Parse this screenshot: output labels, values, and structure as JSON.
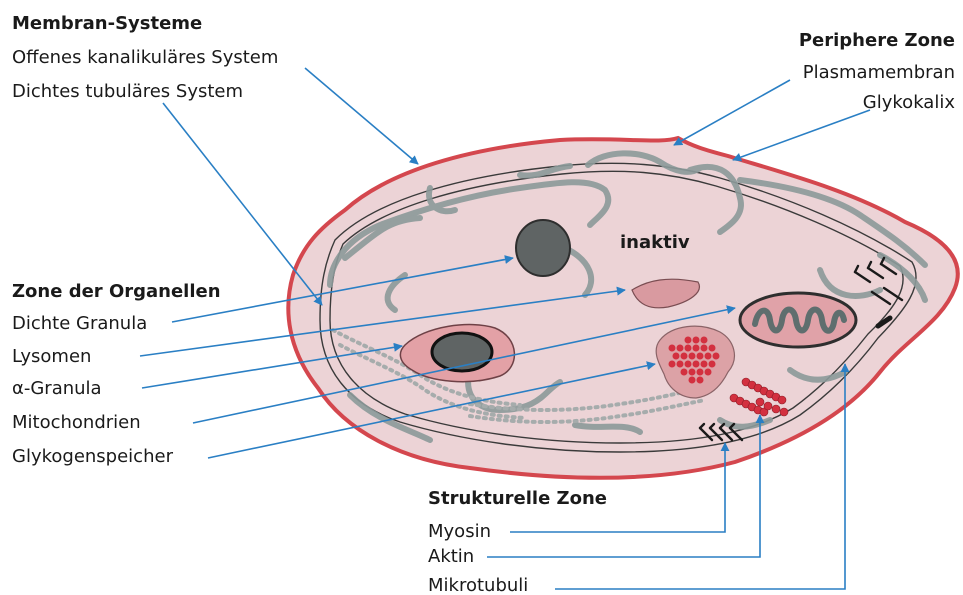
{
  "membrane": {
    "heading": "Membran-Systeme",
    "items": [
      "Offenes kanalikuläres System",
      "Dichtes tubuläres System"
    ]
  },
  "peripheral": {
    "heading": "Periphere Zone",
    "items": [
      "Plasmamembran",
      "Glykokalix"
    ]
  },
  "organelles": {
    "heading": "Zone der Organellen",
    "items": [
      "Dichte Granula",
      "Lysomen",
      "α-Granula",
      "Mitochondrien",
      "Glykogenspeicher"
    ]
  },
  "structural": {
    "heading": "Strukturelle Zone",
    "items": [
      "Myosin",
      "Aktin",
      "Mikrotubuli"
    ]
  },
  "state_label": "inaktiv",
  "colors": {
    "arrow": "#2a7fc4",
    "cytoplasm": "#ecd3d6",
    "membrane": "#d4474e",
    "canalicular": "#8c9a9a",
    "organelle_dark": "#5f6464",
    "granule_red": "#d3303f"
  }
}
